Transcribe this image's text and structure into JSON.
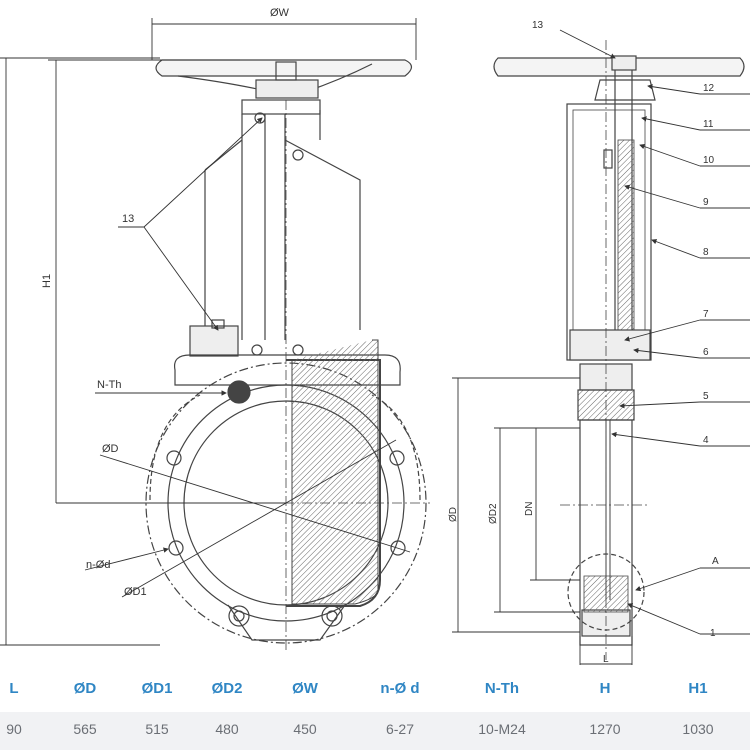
{
  "drawing": {
    "left_labels": {
      "w": "ØW",
      "h1": "H1",
      "n13": "13",
      "nth": "N-Th",
      "od": "ØD",
      "nod": "n-Ød",
      "od1": "ØD1"
    },
    "right_labels": {
      "n13": "13",
      "od": "ØD",
      "od2": "ØD2",
      "dn": "DN",
      "a": "A",
      "l": "L"
    },
    "callouts": [
      "12",
      "11",
      "10",
      "9",
      "8",
      "7",
      "6",
      "5",
      "4",
      "1"
    ]
  },
  "table": {
    "headers": [
      "L",
      "ØD",
      "ØD1",
      "ØD2",
      "ØW",
      "n-Ø d",
      "N-Th",
      "H",
      "H1"
    ],
    "values": [
      "90",
      "565",
      "515",
      "480",
      "450",
      "6-27",
      "10-M24",
      "1270",
      "1030"
    ]
  }
}
